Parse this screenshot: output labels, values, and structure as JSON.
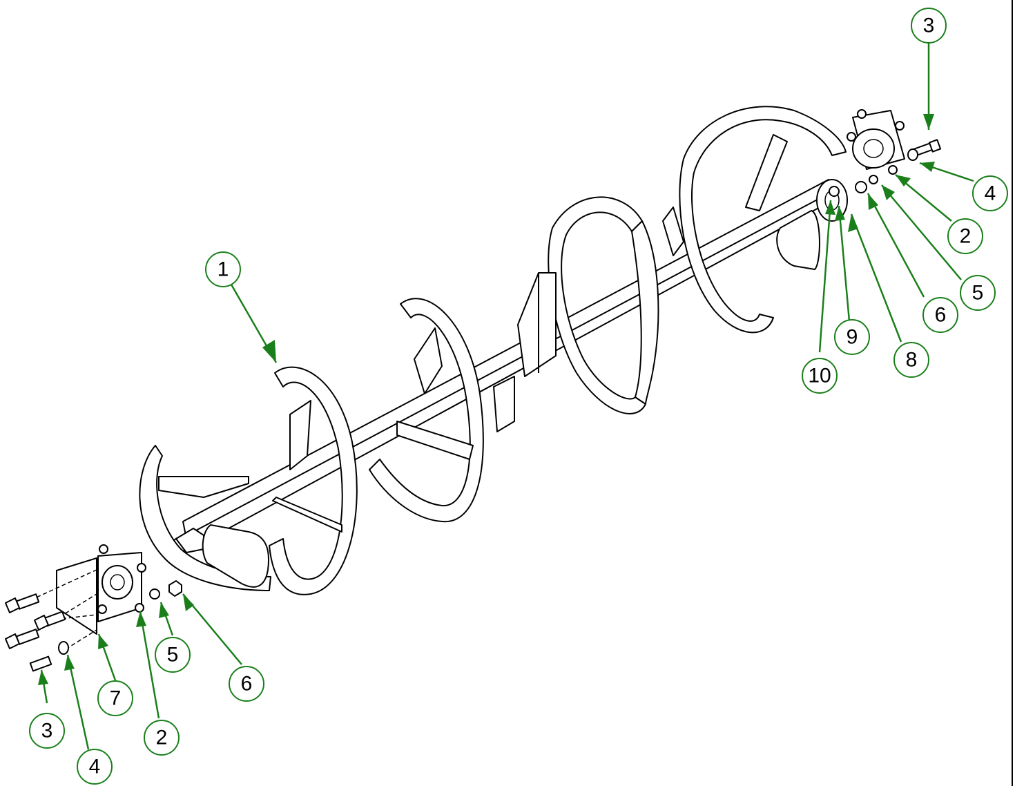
{
  "colors": {
    "callout": "#1a7f1a",
    "linework": "#000000",
    "background": "#ffffff"
  },
  "callouts": [
    {
      "id": "c1-top",
      "label": "1"
    },
    {
      "id": "c3-top",
      "label": "3"
    },
    {
      "id": "c4-top",
      "label": "4"
    },
    {
      "id": "c2-top",
      "label": "2"
    },
    {
      "id": "c5-top",
      "label": "5"
    },
    {
      "id": "c6-top",
      "label": "6"
    },
    {
      "id": "c8",
      "label": "8"
    },
    {
      "id": "c9",
      "label": "9"
    },
    {
      "id": "c10",
      "label": "10"
    },
    {
      "id": "c5-bottom",
      "label": "5"
    },
    {
      "id": "c6-bottom",
      "label": "6"
    },
    {
      "id": "c7",
      "label": "7"
    },
    {
      "id": "c3-bottom",
      "label": "3"
    },
    {
      "id": "c4-bottom",
      "label": "4"
    },
    {
      "id": "c2-bottom",
      "label": "2"
    }
  ]
}
